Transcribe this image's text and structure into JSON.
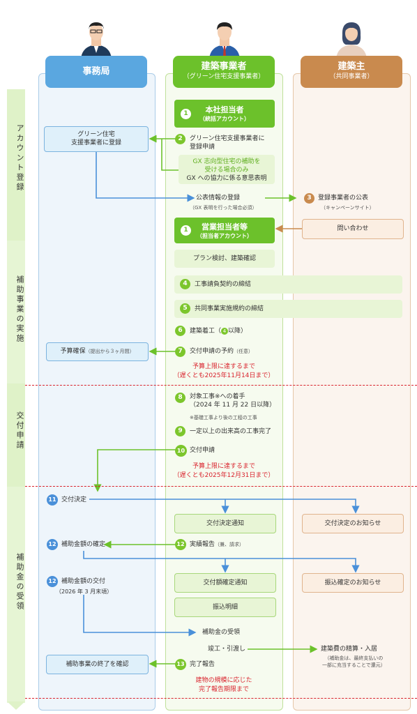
{
  "headers": {
    "secretariat": {
      "title": "事務局",
      "color": "#5aa7e0"
    },
    "builder": {
      "title": "建築事業者",
      "sub": "（グリーン住宅支援事業者）",
      "color": "#6cc12b"
    },
    "owner": {
      "title": "建築主",
      "sub": "（共同事業者）",
      "color": "#c98a4e"
    }
  },
  "phases": [
    "アカウント登録",
    "補助事業の実施",
    "交付申請",
    "補助金の受領"
  ],
  "steps": {
    "s1a": {
      "num": "1",
      "title": "本社担当者",
      "sub": "（統括アカウント）"
    },
    "s2": {
      "num": "2",
      "text": "グリーン住宅支援事業者に\n登録申請"
    },
    "gx": "GX 志向型住宅の補助を\n受ける場合のみ",
    "gx2": "GX への協力に係る意思表明",
    "pub": "公表情報の登録",
    "pub_sub": "（GX 表明を行った場合必須）",
    "s3": {
      "num": "3",
      "text": "登録事業者の公表",
      "sub": "（キャンペーンサイト）"
    },
    "s1b": {
      "num": "1",
      "title": "営業担当者等",
      "sub": "（担当者アカウント）"
    },
    "inquiry": "問い合わせ",
    "plan": "プラン検討、建築確認",
    "s4": {
      "num": "4",
      "text": "工事請負契約の締結"
    },
    "s5": {
      "num": "5",
      "text": "共同事業実施規約の締結"
    },
    "s6": {
      "num": "6",
      "text_a": "建築着工（",
      "inner": "4",
      "text_b": "以降）"
    },
    "s7": {
      "num": "7",
      "text": "交付申請の予約",
      "sub": "（任意）"
    },
    "budget": "予算確保",
    "budget_sub": "（提出から３ヶ月間）",
    "deadline1": "予算上限に達するまで\n（遅くとも2025年11月14日まで）",
    "s8": {
      "num": "8",
      "text": "対象工事※への着手\n（2024 年 11 月 22 日以降）",
      "note": "※基礎工事より後の工程の工事"
    },
    "s9": {
      "num": "9",
      "text": "一定以上の出来高の工事完了"
    },
    "s10": {
      "num": "10",
      "text": "交付申請"
    },
    "deadline2": "予算上限に達するまで\n（遅くとも2025年12月31日まで）",
    "s11": {
      "num": "11",
      "text": "交付決定"
    },
    "notice1": "交付決定通知",
    "notice2": "交付決定のお知らせ",
    "s12a": {
      "num": "12",
      "text": "補助金額の確定"
    },
    "s12b": {
      "num": "12",
      "text": "実績報告",
      "sub": "（兼、請求）"
    },
    "s12c": {
      "num": "12",
      "text": "補助金額の交付",
      "sub": "（2026 年 3 月末頃）"
    },
    "notice3": "交付額確定通知",
    "notice4": "振込確定のお知らせ",
    "statement": "振込明細",
    "receive": "補助金の受領",
    "handover": "竣工・引渡し",
    "settle": "建築費の精算・入居",
    "settle_sub": "（補助金は、最終支払いの\n一部に充当することで還元）",
    "s13": {
      "num": "13",
      "text": "完了報告"
    },
    "end": "補助事業の終了を確認",
    "deadline3": "建物の規模に応じた\n完了報告期限まで"
  }
}
